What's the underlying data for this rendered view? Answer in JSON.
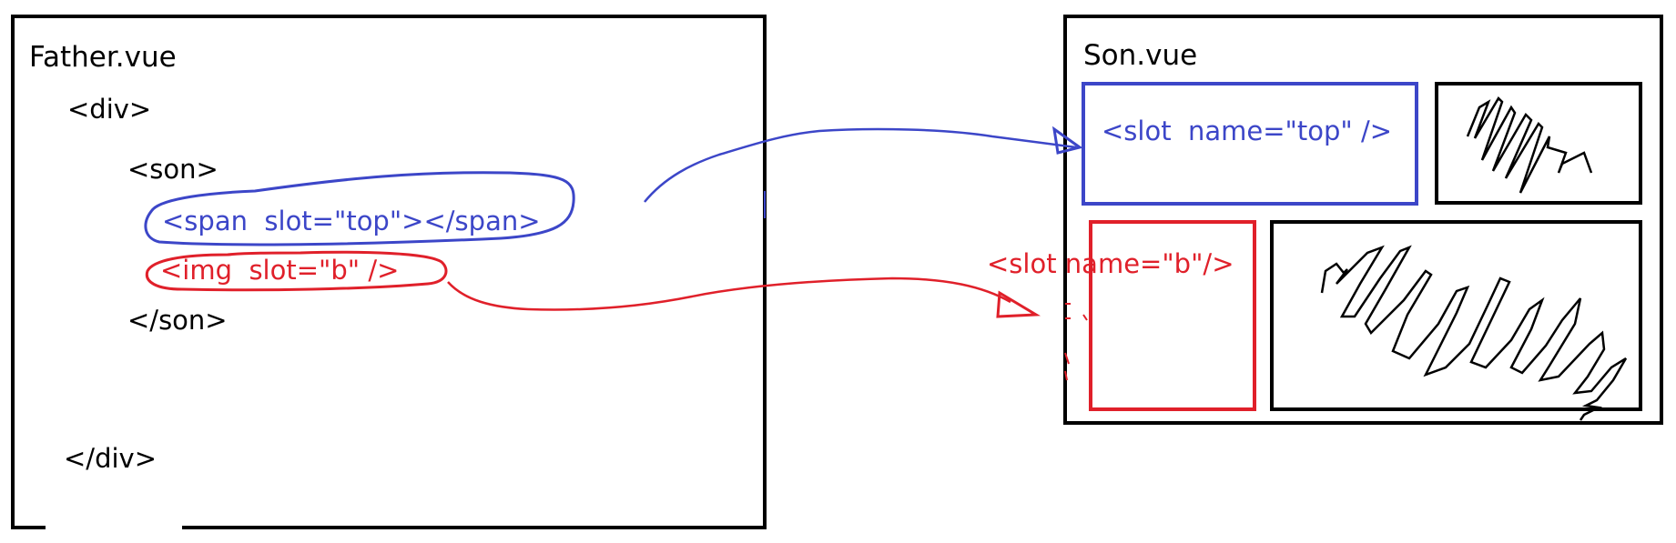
{
  "father": {
    "title": "Father.vue",
    "lines": {
      "div_open": "<div>",
      "son_open": "<son>",
      "span_line": "<span  slot=\"top\"></span>",
      "img_line": "<img  slot=\"b\" />",
      "son_close": "</son>",
      "div_close": "</div>"
    }
  },
  "son": {
    "title": "Son.vue",
    "slot_top": "<slot  name=\"top\" />",
    "slot_b": "<slot name=\"b\"/>"
  },
  "colors": {
    "blue": "#3c46c8",
    "red": "#e0202a",
    "black": "#000000"
  }
}
